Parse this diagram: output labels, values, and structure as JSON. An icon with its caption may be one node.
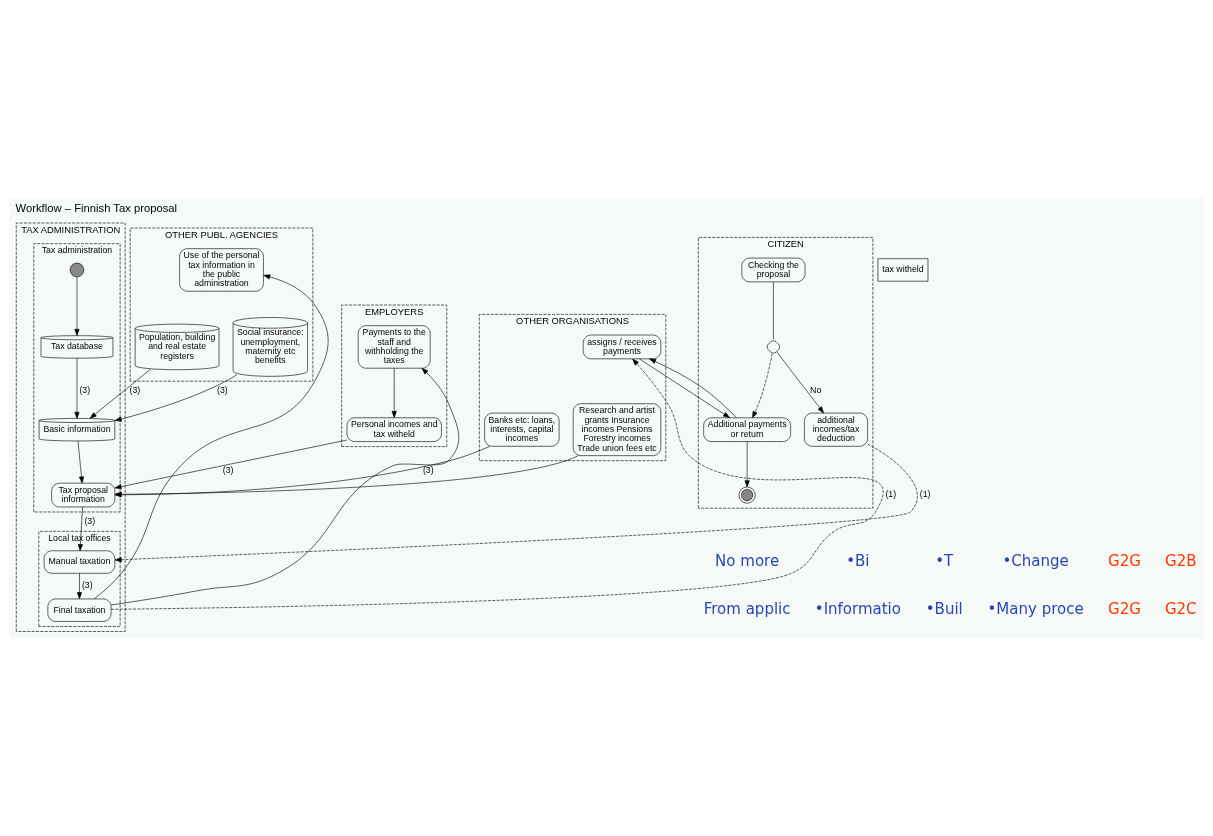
{
  "diagram": {
    "title": "Workflow – Finnish Tax proposal",
    "nodes": [
      {
        "text": [
          "TAX ADMINISTRATION"
        ]
      },
      {
        "text": [
          "Tax administration"
        ],
        "in": 0
      },
      {
        "text": [],
        "shape": "circle",
        "in": 1
      },
      {
        "text": [
          "Tax database"
        ],
        "in": 1
      },
      {
        "text": [
          "Basic information"
        ],
        "in": 1
      },
      {
        "text": [
          "Tax proposal information"
        ],
        "in": 1
      },
      {
        "text": [
          "Local tax offices"
        ],
        "in": 0
      },
      {
        "text": [
          "Manual taxation"
        ],
        "in": 6
      },
      {
        "text": [
          "Final taxation"
        ],
        "in": 6
      },
      {
        "text": [
          "OTHER PUBL. AGENCIES"
        ]
      },
      {
        "text": [
          "Population, building and real estate registers"
        ],
        "in": 9
      },
      {
        "text": [
          "Social insurance: unemployment, maternity etc benefits"
        ],
        "in": 9
      },
      {
        "text": [
          "Use of the personal tax information in the public administration"
        ],
        "in": 9
      },
      {
        "text": [
          "EMPLOYERS"
        ]
      },
      {
        "text": [
          "Payments to the staff and withholding the taxes"
        ],
        "in": 13
      },
      {
        "text": [
          "Personal incomes and tax witheld"
        ],
        "in": 13
      },
      {
        "text": [
          "OTHER ORGANISATIONS"
        ]
      },
      {
        "text": [
          "tax witheld"
        ]
      },
      {
        "text": [
          "Banks etc: loans, interests, capital incomes"
        ],
        "in": 16
      },
      {
        "text": [
          "Research and artist grants Insurance incomes Pensions Forestry incomes Trade union fees etc"
        ],
        "in": 16
      },
      {
        "text": [
          "assigns / receives payments"
        ],
        "in": 16
      },
      {
        "text": [
          "CITIZEN"
        ]
      },
      {
        "text": [
          "Checking the proposal"
        ],
        "in": 21
      },
      {
        "text": [],
        "shape": "diamond",
        "in": 21
      },
      {
        "text": [
          "additional incomes/tax deduction"
        ],
        "in": 21
      },
      {
        "text": [
          "Additional payments or return"
        ],
        "in": 21
      },
      {
        "text": [],
        "shape": "circle",
        "in": 21
      }
    ],
    "edges": [
      {
        "from": 2,
        "to": 3,
        "arrow": "to"
      },
      {
        "from": 3,
        "to": 4,
        "arrow": "to",
        "label": "(3)"
      },
      {
        "from": 10,
        "to": 4,
        "arrow": "to",
        "label": "(3)"
      },
      {
        "from": 11,
        "to": 4,
        "arrow": "to",
        "label": "(3)"
      },
      {
        "from": 4,
        "to": 5,
        "arrow": "to"
      },
      {
        "from": 15,
        "to": 5,
        "arrow": "to",
        "label": "(3)"
      },
      {
        "from": 18,
        "to": 5,
        "arrow": "to",
        "label": "(3)"
      },
      {
        "from": 19,
        "to": 5,
        "arrow": "to"
      },
      {
        "from": 5,
        "to": 7,
        "arrow": "to",
        "label": "(3)"
      },
      {
        "from": 24,
        "to": 7,
        "arrow": "to",
        "label": "(1)",
        "style": "dashed"
      },
      {
        "from": 7,
        "to": 8,
        "arrow": "to",
        "label": "(3)"
      },
      {
        "from": 14,
        "to": 15,
        "arrow": "to"
      },
      {
        "from": 8,
        "to": 12,
        "arrow": "to"
      },
      {
        "from": 8,
        "to": 14,
        "arrow": "to"
      },
      {
        "from": 8,
        "to": 20,
        "arrow": "to",
        "label": "(1)",
        "style": "dashed"
      },
      {
        "from": 25,
        "to": 20,
        "arrow": "to"
      },
      {
        "from": 20,
        "to": 25,
        "arrow": "to"
      },
      {
        "from": 22,
        "to": 23,
        "arrow": "none"
      },
      {
        "from": 23,
        "to": 24,
        "arrow": "to",
        "label": "No"
      },
      {
        "from": 23,
        "to": 25,
        "arrow": "to",
        "style": "dashed"
      },
      {
        "from": 25,
        "to": 26,
        "arrow": "to"
      }
    ],
    "labels": [
      "No more",
      "•Bi",
      "•T",
      "•Change",
      "G2G",
      "G2B",
      "From applic",
      "•Informatio",
      "•Buil",
      "•Many proce",
      "G2G",
      "G2C"
    ]
  }
}
